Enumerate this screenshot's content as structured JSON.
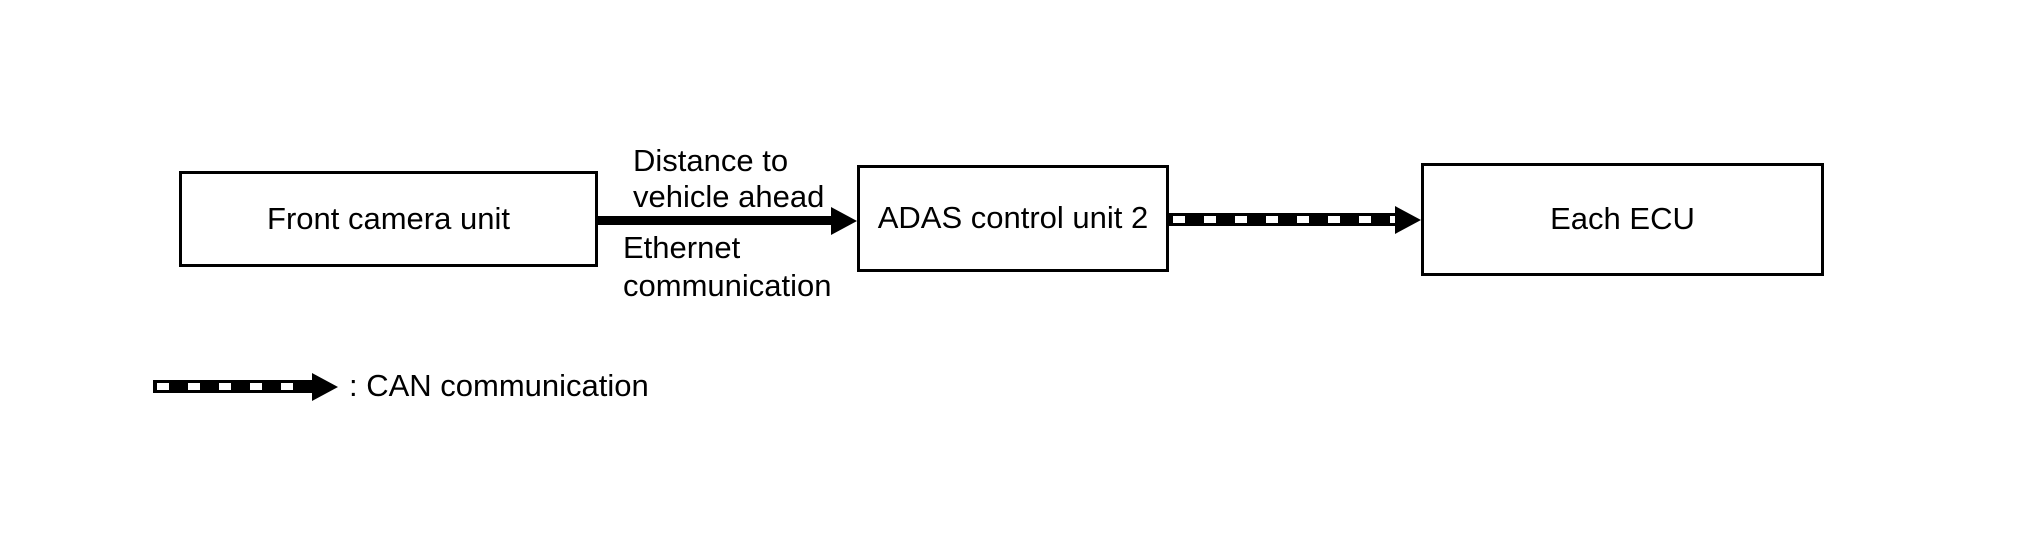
{
  "page": {
    "background_color": "#ffffff",
    "line_color": "#000000"
  },
  "diagram": {
    "boxes": {
      "front_camera": {
        "label": "Front camera unit"
      },
      "adas": {
        "label": "ADAS control unit 2"
      },
      "each_ecu": {
        "label": "Each ECU"
      }
    },
    "ethernet_link": {
      "label_above": "Distance to\nvehicle ahead",
      "label_below": "Ethernet\ncommunication"
    },
    "links": [
      {
        "from": "Front camera unit",
        "to": "ADAS control unit 2",
        "style": "solid",
        "signal": "Distance to vehicle ahead",
        "type": "Ethernet communication"
      },
      {
        "from": "ADAS control unit 2",
        "to": "Each ECU",
        "style": "checkered",
        "type": "CAN communication"
      }
    ],
    "legend": {
      "symbol": "can-arrow",
      "label": ": CAN communication"
    }
  }
}
